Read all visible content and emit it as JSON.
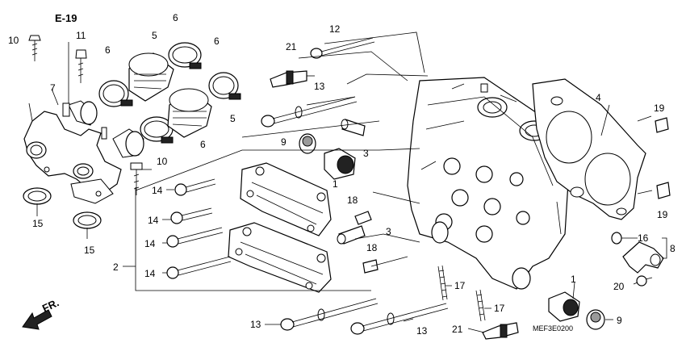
{
  "header": {
    "section_ref": "E-19"
  },
  "footer": {
    "diagram_code": "MEF3E0200",
    "direction": "FR."
  },
  "callouts": {
    "c1a": "1",
    "c1b": "1",
    "c2": "2",
    "c3a": "3",
    "c3b": "3",
    "c4": "4",
    "c5a": "5",
    "c5b": "5",
    "c6a": "6",
    "c6b": "6",
    "c6c": "6",
    "c6d": "6",
    "c7": "7",
    "c8": "8",
    "c9a": "9",
    "c9b": "9",
    "c10a": "10",
    "c10b": "10",
    "c11": "11",
    "c12": "12",
    "c13a": "13",
    "c13b": "13",
    "c13c": "13",
    "c14a": "14",
    "c14b": "14",
    "c14c": "14",
    "c14d": "14",
    "c15a": "15",
    "c15b": "15",
    "c16": "16",
    "c17a": "17",
    "c17b": "17",
    "c18a": "18",
    "c18b": "18",
    "c19a": "19",
    "c19b": "19",
    "c20": "20",
    "c21a": "21",
    "c21b": "21"
  }
}
